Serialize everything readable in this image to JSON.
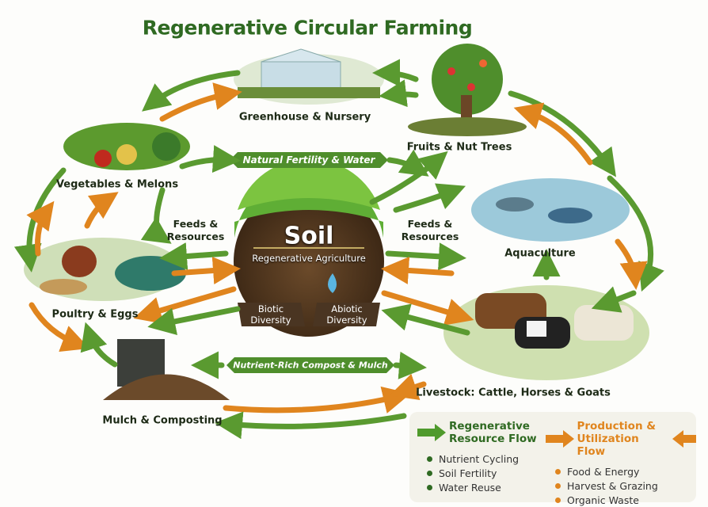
{
  "title": "Regenerative Circular Farming",
  "nodes": {
    "greenhouse": "Greenhouse & Nursery",
    "fruits": "Fruits & Nut Trees",
    "vegetables": "Vegetables & Melons",
    "aquaculture": "Aquaculture",
    "poultry": "Poultry & Eggs",
    "livestock": "Livestock: Cattle, Horses & Goats",
    "mulch": "Mulch & Composting"
  },
  "feeds_left": [
    "Feeds &",
    "Resources"
  ],
  "feeds_right": [
    "Feeds &",
    "Resources"
  ],
  "banners": {
    "top": "Natural Fertility & Water",
    "bottom": "Nutrient-Rich Compost & Mulch"
  },
  "soil": {
    "title": "Soil",
    "subtitle": "Regenerative Agriculture",
    "biotic": [
      "Biotic",
      "Diversity"
    ],
    "abiotic": [
      "Abiotic",
      "Diversity"
    ]
  },
  "legend": {
    "green": {
      "heading": [
        "Regenerative",
        "Resource Flow"
      ],
      "items": [
        "Nutrient Cycling",
        "Soil Fertility",
        "Water Reuse"
      ],
      "color": "#3f8a2a"
    },
    "orange": {
      "heading": [
        "Production &",
        "Utilization Flow"
      ],
      "items": [
        "Food & Energy",
        "Harvest & Grazing",
        "Organic Waste"
      ],
      "color": "#e0851e"
    }
  }
}
